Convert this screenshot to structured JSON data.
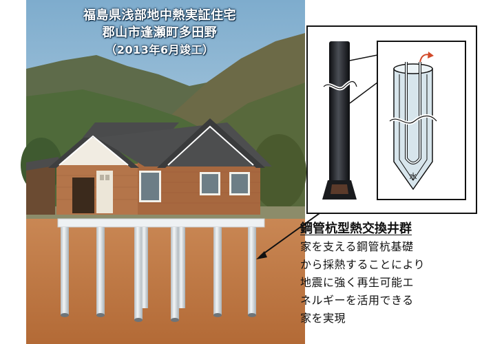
{
  "title": {
    "line1": "福島県浅部地中熱実証住宅",
    "line2": "郡山市逢瀬町多田野",
    "line3": "（2013年6月竣工）"
  },
  "inset": {
    "water_label": "水"
  },
  "description": {
    "heading": "鋼管杭型熱交換井群",
    "lines": [
      "家を支える鋼管杭基礎",
      "から採熱することにより",
      "地震に強く再生可能エ",
      "ネルギーを活用できる",
      "家を実現"
    ]
  },
  "colors": {
    "sky": "#8fb7d6",
    "soil": "#c27a43",
    "pile": "#dde3e6",
    "steel_pipe": "#1e2024",
    "arrow": "#d24a2a"
  }
}
